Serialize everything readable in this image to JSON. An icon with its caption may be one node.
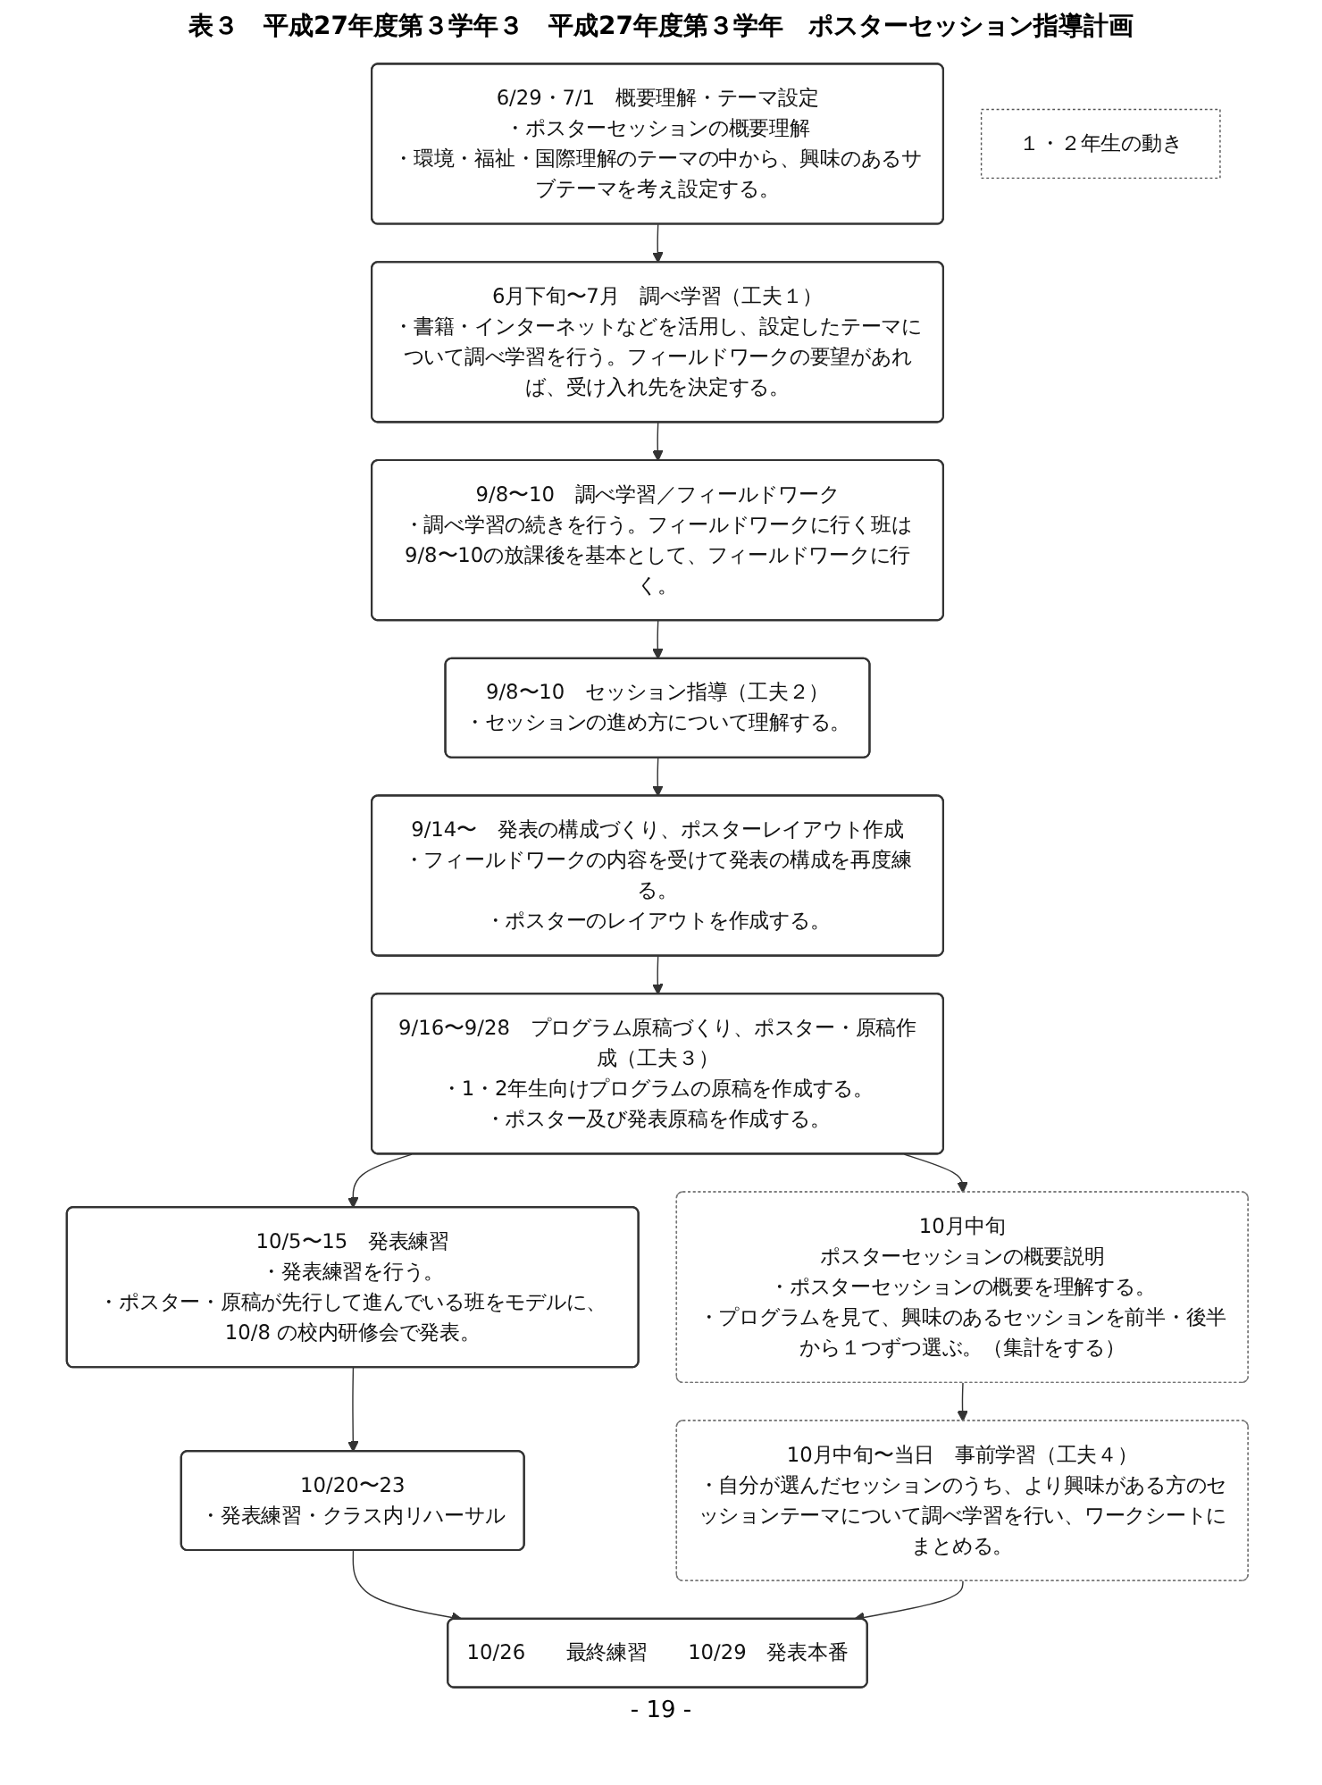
{
  "diagram": {
    "title": "表３　平成27年度第３学年３　平成27年度第３学年　ポスターセッション指導計画",
    "nodes": [
      {
        "text": [
          "6/29・7/1　概要理解・テーマ設定",
          "・ポスターセッションの概要理解",
          "・環境・福祉・国際理解のテーマの中から、興味のあるサブテーマを考え設定する。"
        ]
      },
      {
        "text": [
          "6月下旬〜7月　調べ学習（工夫１）",
          "・書籍・インターネットなどを活用し、設定したテーマについて調べ学習を行う。フィールドワークの要望があれば、受け入れ先を決定する。"
        ]
      },
      {
        "text": [
          "9/8〜10　調べ学習／フィールドワーク",
          "・調べ学習の続きを行う。フィールドワークに行く班は9/8〜10の放課後を基本として、フィールドワークに行く。"
        ]
      },
      {
        "text": [
          "9/8〜10　セッション指導（工夫２）",
          "・セッションの進め方について理解する。"
        ]
      },
      {
        "text": [
          "9/14〜　発表の構成づくり、ポスターレイアウト作成",
          "・フィールドワークの内容を受けて発表の構成を再度練る。",
          "・ポスターのレイアウトを作成する。"
        ]
      },
      {
        "text": [
          "9/16〜9/28　プログラム原稿づくり、ポスター・原稿作成（工夫３）",
          "・1・2年生向けプログラムの原稿を作成する。",
          "・ポスター及び発表原稿を作成する。"
        ]
      },
      {
        "text": [
          "10/5〜15　発表練習",
          "・発表練習を行う。",
          "・ポスター・原稿が先行して進んでいる班をモデルに、10/8 の校内研修会で発表。"
        ]
      },
      {
        "text": [
          "10/20〜23",
          "・発表練習・クラス内リハーサル"
        ]
      },
      {
        "text": [
          "10/26　　最終練習　　10/29　発表本番"
        ]
      },
      {
        "text": [
          "１・２年生の動き"
        ]
      },
      {
        "text": [
          "10月中旬",
          "ポスターセッションの概要説明",
          "・ポスターセッションの概要を理解する。",
          "・プログラムを見て、興味のあるセッションを前半・後半から１つずつ選ぶ。（集計をする）"
        ]
      },
      {
        "text": [
          "10月中旬〜当日　事前学習（工夫４）",
          "・自分が選んだセッションのうち、より興味がある方のセッションテーマについて調べ学習を行い、ワークシートにまとめる。"
        ]
      }
    ],
    "edges": [
      {
        "from": 0,
        "to": 1,
        "arrow": "to"
      },
      {
        "from": 1,
        "to": 2,
        "arrow": "to"
      },
      {
        "from": 2,
        "to": 3,
        "arrow": "to"
      },
      {
        "from": 3,
        "to": 4,
        "arrow": "to"
      },
      {
        "from": 4,
        "to": 5,
        "arrow": "to"
      },
      {
        "from": 5,
        "to": 6,
        "arrow": "to"
      },
      {
        "from": 6,
        "to": 7,
        "arrow": "to"
      },
      {
        "from": 7,
        "to": 8,
        "arrow": "to"
      },
      {
        "from": 5,
        "to": 10,
        "arrow": "to"
      },
      {
        "from": 10,
        "to": 11,
        "arrow": "to"
      },
      {
        "from": 11,
        "to": 8,
        "arrow": "to"
      }
    ],
    "labels": [
      "- 19 -"
    ]
  }
}
